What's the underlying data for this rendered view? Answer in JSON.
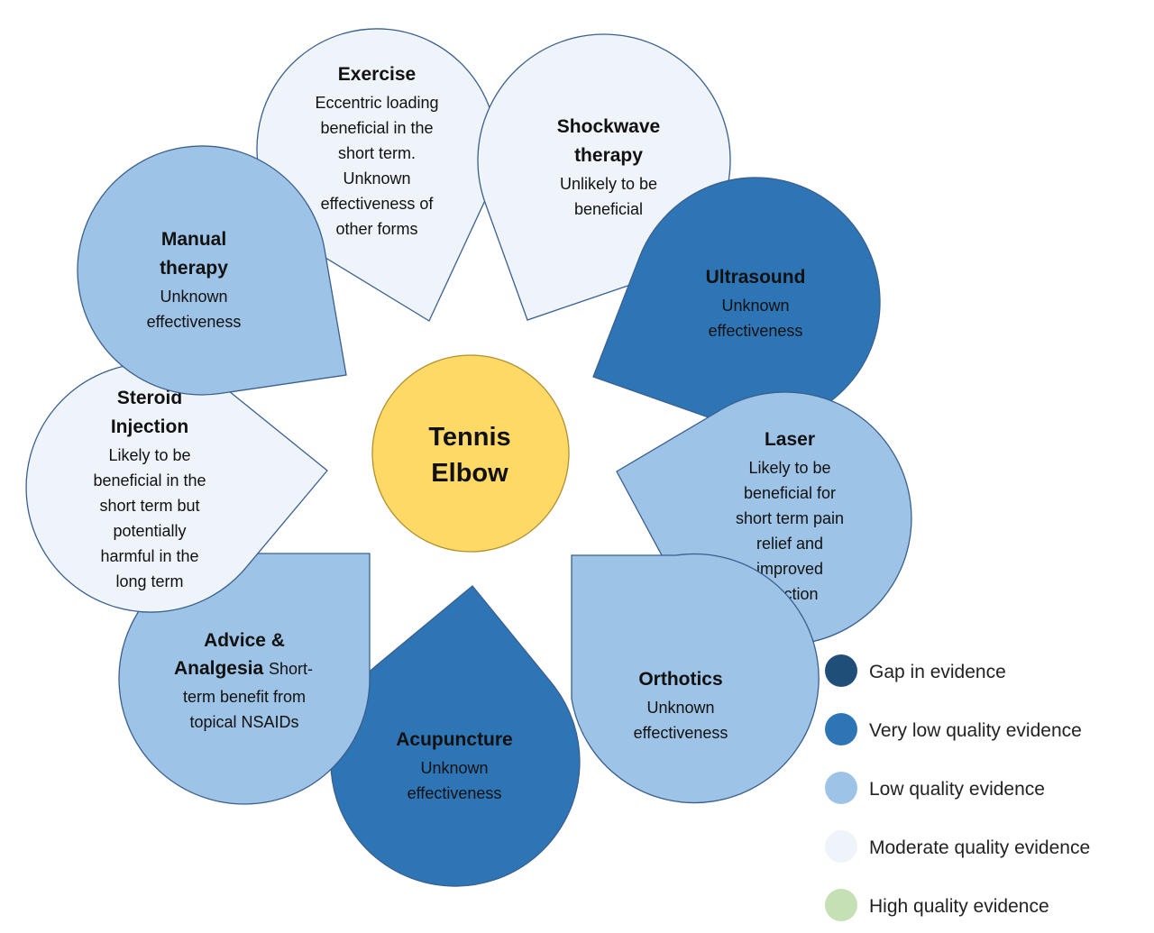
{
  "center": {
    "lines": [
      "Tennis",
      "Elbow"
    ],
    "color": "#FFD966"
  },
  "evidence_colors": {
    "gap": "#1F4E79",
    "very_low": "#2E75B6",
    "low": "#9DC3E6",
    "moderate": "#EEF4FA",
    "high": "#C5E0B4"
  },
  "nodes": [
    {
      "id": "exercise",
      "level": "moderate",
      "title": [
        "Exercise"
      ],
      "body": [
        "Eccentric loading",
        "beneficial in the",
        "short term.",
        "Unknown",
        "effectiveness of",
        "other forms"
      ]
    },
    {
      "id": "shockwave",
      "level": "moderate",
      "title": [
        "Shockwave",
        "therapy"
      ],
      "body": [
        "Unlikely to be",
        "beneficial"
      ]
    },
    {
      "id": "ultrasound",
      "level": "very_low",
      "title": [
        "Ultrasound"
      ],
      "body": [
        "Unknown",
        "effectiveness"
      ]
    },
    {
      "id": "laser",
      "level": "low",
      "title": [
        "Laser"
      ],
      "body": [
        "Likely to be",
        "beneficial for",
        "short term pain",
        "relief and",
        "improved",
        "function"
      ]
    },
    {
      "id": "orthotics",
      "level": "low",
      "title": [
        "Orthotics"
      ],
      "body": [
        "Unknown",
        "effectiveness"
      ]
    },
    {
      "id": "acupuncture",
      "level": "very_low",
      "title": [
        "Acupuncture"
      ],
      "body": [
        "Unknown",
        "effectiveness"
      ]
    },
    {
      "id": "advice",
      "level": "low",
      "title": [
        "Advice &",
        "Analgesia"
      ],
      "body": [
        "Short-",
        "term benefit from",
        "topical NSAIDs"
      ]
    },
    {
      "id": "steroid",
      "level": "moderate",
      "title": [
        "Steroid",
        "Injection"
      ],
      "body": [
        "Likely to be",
        "beneficial in the",
        "short term but",
        "potentially",
        "harmful in the",
        "long term"
      ]
    },
    {
      "id": "manual",
      "level": "low",
      "title": [
        "Manual",
        "therapy"
      ],
      "body": [
        "Unknown",
        "effectiveness"
      ]
    }
  ],
  "legend": [
    {
      "label": "Gap in evidence",
      "level": "gap"
    },
    {
      "label": "Very low quality evidence",
      "level": "very_low"
    },
    {
      "label": "Low quality evidence",
      "level": "low"
    },
    {
      "label": "Moderate quality evidence",
      "level": "moderate"
    },
    {
      "label": "High quality evidence",
      "level": "high"
    }
  ]
}
